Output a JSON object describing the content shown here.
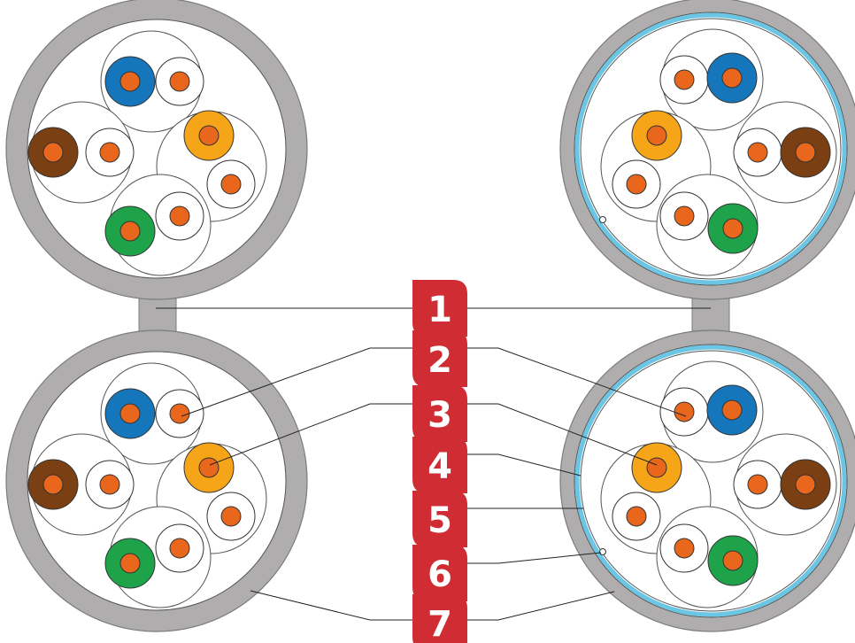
{
  "labels": [
    {
      "number": "1",
      "target": "jacket-web"
    },
    {
      "number": "2",
      "target": "conductor"
    },
    {
      "number": "3",
      "target": "insulation"
    },
    {
      "number": "4",
      "target": "foil-shield"
    },
    {
      "number": "5",
      "target": "drain-area"
    },
    {
      "number": "6",
      "target": "drain-wire"
    },
    {
      "number": "7",
      "target": "outer-jacket"
    }
  ],
  "colors": {
    "jacket": "#afadae",
    "jacket_stroke": "#7c7c7c",
    "foil": "#6ac6e4",
    "label_bg": "#cf2c33",
    "label_text": "#ffffff",
    "conductor": "#e8671c",
    "pair_blue": "#1676bb",
    "pair_orange": "#f6a418",
    "pair_green": "#1fa34a",
    "pair_brown": "#7a3f12",
    "line": "#222222"
  },
  "cables": [
    {
      "id": "top-left",
      "shielded": false
    },
    {
      "id": "top-right",
      "shielded": true
    },
    {
      "id": "bottom-left",
      "shielded": false
    },
    {
      "id": "bottom-right",
      "shielded": true
    }
  ]
}
